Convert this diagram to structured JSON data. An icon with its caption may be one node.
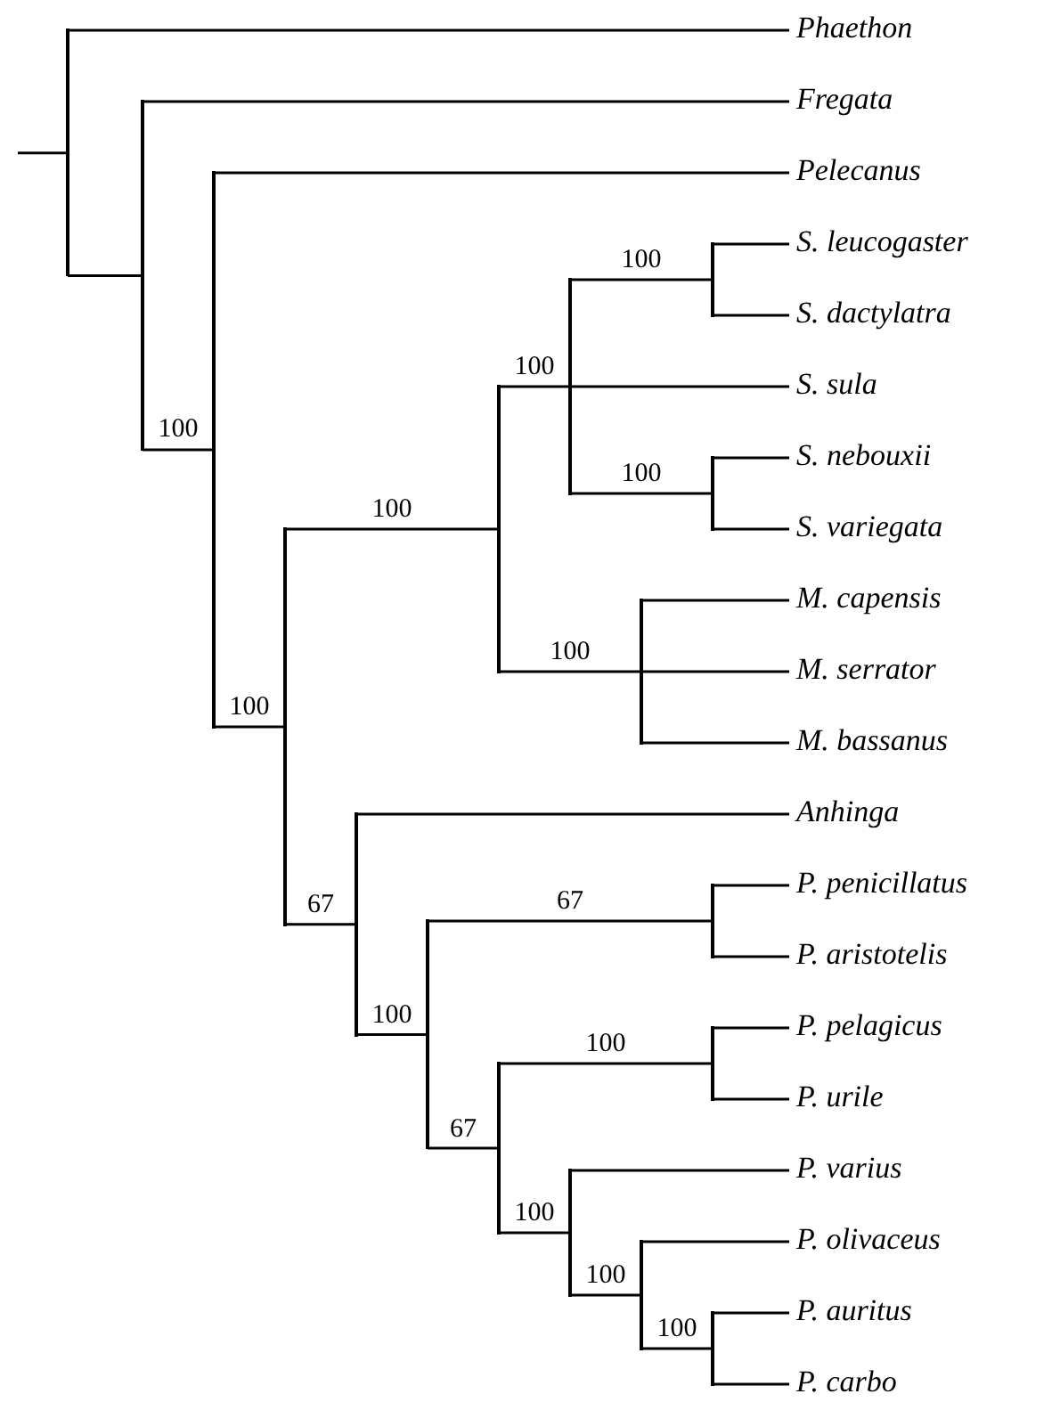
{
  "diagram": {
    "nodes": [
      {
        "text": [],
        "shape": "bar"
      },
      {
        "text": [
          "Phaethon"
        ]
      },
      {
        "text": [],
        "shape": "bar"
      },
      {
        "text": [
          "Fregata"
        ]
      },
      {
        "text": [],
        "shape": "bar"
      },
      {
        "text": [
          "Pelecanus"
        ]
      },
      {
        "text": [],
        "shape": "bar"
      },
      {
        "text": [],
        "shape": "bar"
      },
      {
        "text": [],
        "shape": "bar"
      },
      {
        "text": [],
        "shape": "bar"
      },
      {
        "text": [
          "S. leucogaster"
        ]
      },
      {
        "text": [
          "S. dactylatra"
        ]
      },
      {
        "text": [
          "S. sula"
        ]
      },
      {
        "text": [],
        "shape": "bar"
      },
      {
        "text": [
          "S. nebouxii"
        ]
      },
      {
        "text": [
          "S. variegata"
        ]
      },
      {
        "text": [],
        "shape": "bar"
      },
      {
        "text": [
          "M. capensis"
        ]
      },
      {
        "text": [
          "M. serrator"
        ]
      },
      {
        "text": [
          "M. bassanus"
        ]
      },
      {
        "text": [],
        "shape": "bar"
      },
      {
        "text": [
          "Anhinga"
        ]
      },
      {
        "text": [],
        "shape": "bar"
      },
      {
        "text": [],
        "shape": "bar"
      },
      {
        "text": [
          "P. penicillatus"
        ]
      },
      {
        "text": [
          "P. aristotelis"
        ]
      },
      {
        "text": [],
        "shape": "bar"
      },
      {
        "text": [],
        "shape": "bar"
      },
      {
        "text": [
          "P. pelagicus"
        ]
      },
      {
        "text": [
          "P. urile"
        ]
      },
      {
        "text": [],
        "shape": "bar"
      },
      {
        "text": [
          "P. varius"
        ]
      },
      {
        "text": [],
        "shape": "bar"
      },
      {
        "text": [
          "P. olivaceus"
        ]
      },
      {
        "text": [],
        "shape": "bar"
      },
      {
        "text": [
          "P. auritus"
        ]
      },
      {
        "text": [
          "P. carbo"
        ]
      }
    ],
    "edges": [
      {
        "from": null,
        "to": 0,
        "arrow": "none"
      },
      {
        "from": 0,
        "to": 1,
        "arrow": "none"
      },
      {
        "from": 0,
        "to": 2,
        "arrow": "none"
      },
      {
        "from": 2,
        "to": 3,
        "arrow": "none"
      },
      {
        "from": 2,
        "to": 4,
        "arrow": "none",
        "label": "100"
      },
      {
        "from": 4,
        "to": 5,
        "arrow": "none"
      },
      {
        "from": 4,
        "to": 6,
        "arrow": "none",
        "label": "100"
      },
      {
        "from": 6,
        "to": 7,
        "arrow": "none",
        "label": "100"
      },
      {
        "from": 7,
        "to": 8,
        "arrow": "none",
        "label": "100"
      },
      {
        "from": 8,
        "to": 9,
        "arrow": "none",
        "label": "100"
      },
      {
        "from": 9,
        "to": 10,
        "arrow": "none"
      },
      {
        "from": 9,
        "to": 11,
        "arrow": "none"
      },
      {
        "from": 8,
        "to": 12,
        "arrow": "none"
      },
      {
        "from": 8,
        "to": 13,
        "arrow": "none",
        "label": "100"
      },
      {
        "from": 13,
        "to": 14,
        "arrow": "none"
      },
      {
        "from": 13,
        "to": 15,
        "arrow": "none"
      },
      {
        "from": 7,
        "to": 16,
        "arrow": "none",
        "label": "100"
      },
      {
        "from": 16,
        "to": 17,
        "arrow": "none"
      },
      {
        "from": 16,
        "to": 18,
        "arrow": "none"
      },
      {
        "from": 16,
        "to": 19,
        "arrow": "none"
      },
      {
        "from": 6,
        "to": 20,
        "arrow": "none",
        "label": "67"
      },
      {
        "from": 20,
        "to": 21,
        "arrow": "none"
      },
      {
        "from": 20,
        "to": 22,
        "arrow": "none",
        "label": "100"
      },
      {
        "from": 22,
        "to": 23,
        "arrow": "none",
        "label": "67"
      },
      {
        "from": 23,
        "to": 24,
        "arrow": "none"
      },
      {
        "from": 23,
        "to": 25,
        "arrow": "none"
      },
      {
        "from": 22,
        "to": 26,
        "arrow": "none",
        "label": "67"
      },
      {
        "from": 26,
        "to": 27,
        "arrow": "none",
        "label": "100"
      },
      {
        "from": 27,
        "to": 28,
        "arrow": "none"
      },
      {
        "from": 27,
        "to": 29,
        "arrow": "none"
      },
      {
        "from": 26,
        "to": 30,
        "arrow": "none",
        "label": "100"
      },
      {
        "from": 30,
        "to": 31,
        "arrow": "none"
      },
      {
        "from": 30,
        "to": 32,
        "arrow": "none",
        "label": "100"
      },
      {
        "from": 32,
        "to": 33,
        "arrow": "none"
      },
      {
        "from": 32,
        "to": 34,
        "arrow": "none",
        "label": "100"
      },
      {
        "from": 34,
        "to": 35,
        "arrow": "none"
      },
      {
        "from": 34,
        "to": 36,
        "arrow": "none"
      }
    ]
  }
}
